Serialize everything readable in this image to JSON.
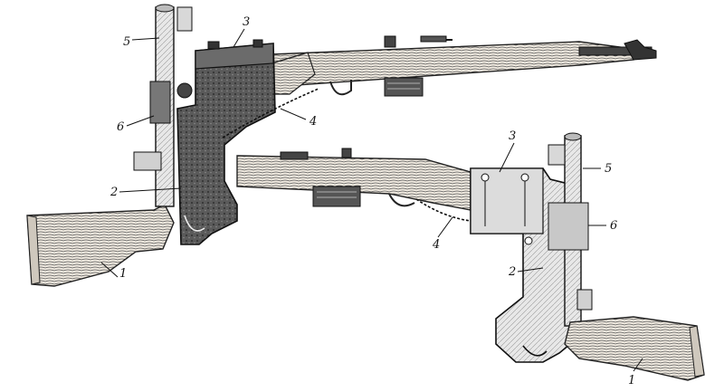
{
  "labels": {
    "top": {
      "l1": "1",
      "l2": "2",
      "l3": "3",
      "l4": "4",
      "l5": "5",
      "l6": "6"
    },
    "bottom": {
      "l1": "1",
      "l2": "2",
      "l3": "3",
      "l4": "4",
      "l5": "5",
      "l6": "6"
    }
  }
}
